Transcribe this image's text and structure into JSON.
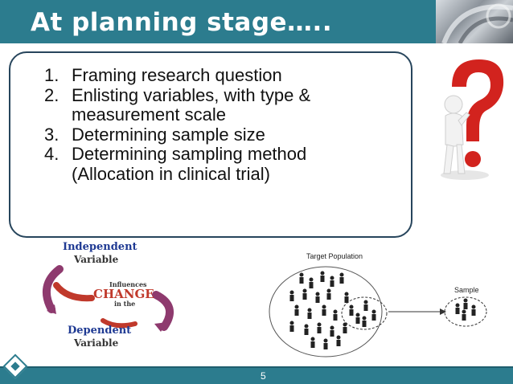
{
  "slide": {
    "title": "At planning stage…..",
    "page_number": "5"
  },
  "list": {
    "items": [
      {
        "num": "1.",
        "text": "Framing research question"
      },
      {
        "num": "2.",
        "text": "Enlisting variables, with type & measurement scale"
      },
      {
        "num": "3.",
        "text": "Determining sample size"
      },
      {
        "num": "4.",
        "text": "Determining sampling method (Allocation in clinical trial)"
      }
    ]
  },
  "cycle_diagram": {
    "top_label_1": "Independent",
    "top_label_2": "Variable",
    "center_small_1": "Influences",
    "center_big": "CHANGE",
    "center_small_2": "in the",
    "bottom_label_1": "Dependent",
    "bottom_label_2": "Variable"
  },
  "sampling_diagram": {
    "population_label": "Target Population",
    "sample_label": "Sample"
  },
  "colors": {
    "theme_teal": "#2c7c8e",
    "box_border": "#27455c",
    "diagram_blue": "#1f3a93",
    "diagram_red": "#c0392b",
    "arrow_purple": "#8e3a6e",
    "question_red": "#d2231e"
  },
  "icons": {
    "figure": "thinking-person-question-mark-icon",
    "logo": "diamond-logo-icon"
  }
}
